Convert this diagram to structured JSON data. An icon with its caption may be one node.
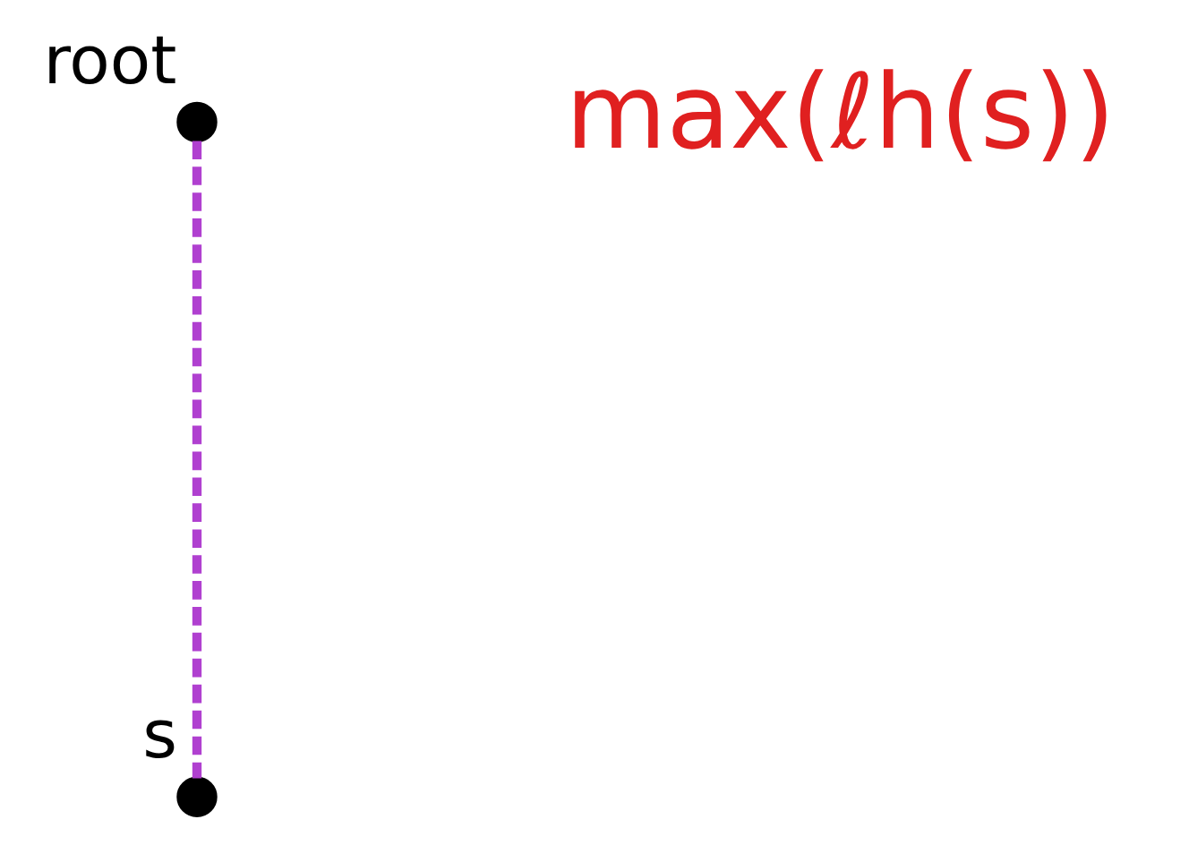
{
  "diagram": {
    "nodes": [
      {
        "text": [],
        "shape": "circle",
        "beside": [
          "root"
        ]
      },
      {
        "text": [],
        "shape": "circle",
        "beside": [
          "s"
        ]
      }
    ],
    "edges": [
      {
        "from": 0,
        "to": 1,
        "arrow": "none",
        "style": "dashed"
      }
    ],
    "labels": [
      "max(ℓh(s))"
    ]
  }
}
